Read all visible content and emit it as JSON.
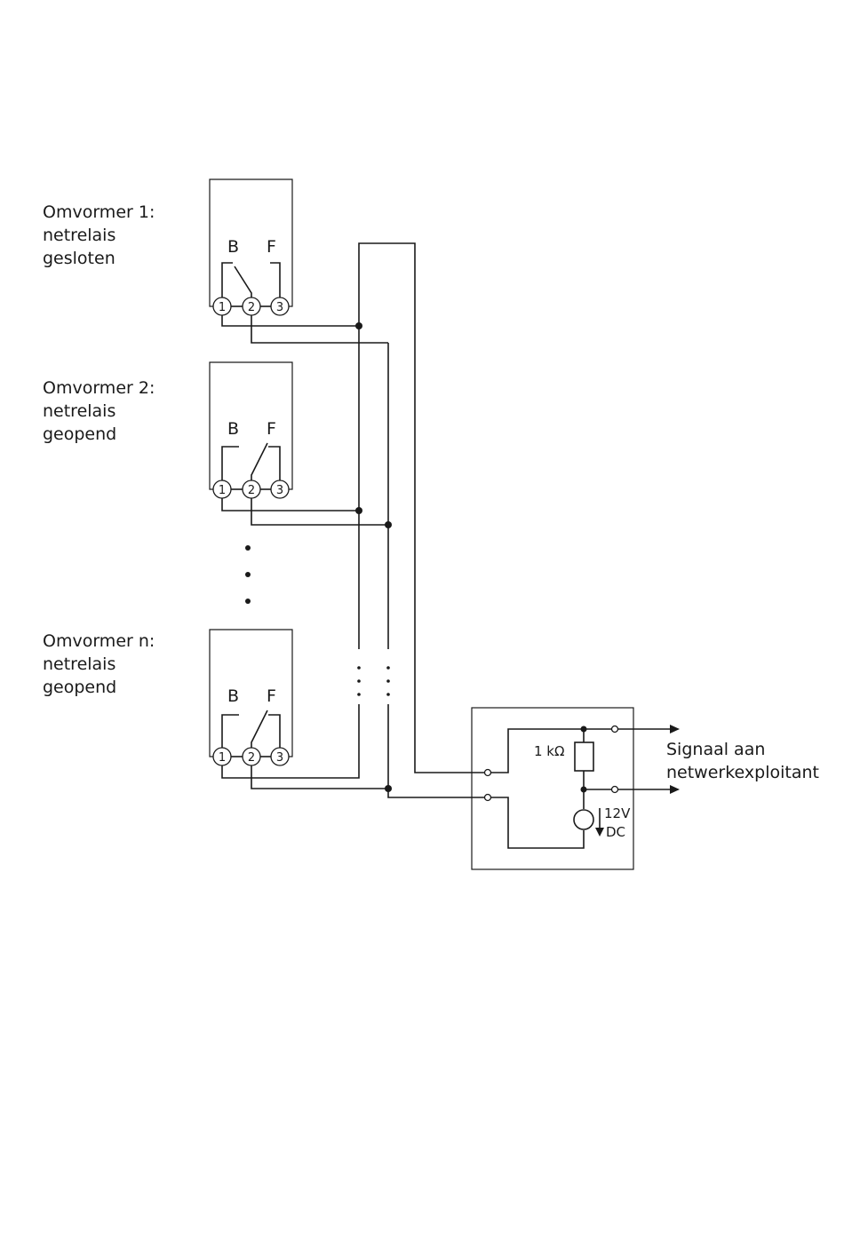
{
  "inverters": [
    {
      "label": [
        "Omvormer 1:",
        "netrelais",
        "gesloten"
      ],
      "state": "closed",
      "switch_labels": [
        "B",
        "F"
      ],
      "pins": [
        "1",
        "2",
        "3"
      ]
    },
    {
      "label": [
        "Omvormer 2:",
        "netrelais",
        "geopend"
      ],
      "state": "open",
      "switch_labels": [
        "B",
        "F"
      ],
      "pins": [
        "1",
        "2",
        "3"
      ]
    },
    {
      "label": [
        "Omvormer n:",
        "netrelais",
        "geopend"
      ],
      "state": "open",
      "switch_labels": [
        "B",
        "F"
      ],
      "pins": [
        "1",
        "2",
        "3"
      ]
    }
  ],
  "receiver": {
    "resistor_label": "1 kΩ",
    "source_label": [
      "12V",
      "DC"
    ],
    "output_label": [
      "Signaal aan",
      "netwerkexploitant"
    ]
  }
}
